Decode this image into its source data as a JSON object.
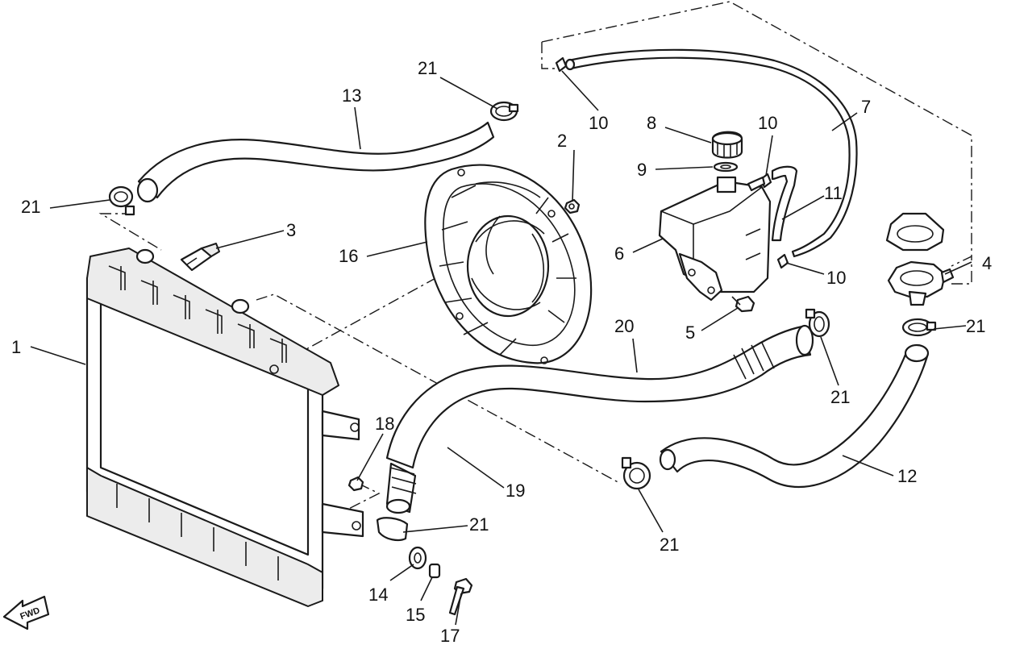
{
  "colors": {
    "line": "#1a1a1a",
    "background": "#ffffff",
    "shade": "#ececec"
  },
  "fwd_label": "FWD",
  "callouts": [
    {
      "id": "c1",
      "label": "1"
    },
    {
      "id": "c2",
      "label": "2"
    },
    {
      "id": "c3",
      "label": "3"
    },
    {
      "id": "c4",
      "label": "4"
    },
    {
      "id": "c5",
      "label": "5"
    },
    {
      "id": "c6",
      "label": "6"
    },
    {
      "id": "c7",
      "label": "7"
    },
    {
      "id": "c8",
      "label": "8"
    },
    {
      "id": "c9",
      "label": "9"
    },
    {
      "id": "c10a",
      "label": "10"
    },
    {
      "id": "c10b",
      "label": "10"
    },
    {
      "id": "c10c",
      "label": "10"
    },
    {
      "id": "c11",
      "label": "11"
    },
    {
      "id": "c12",
      "label": "12"
    },
    {
      "id": "c13",
      "label": "13"
    },
    {
      "id": "c14",
      "label": "14"
    },
    {
      "id": "c15",
      "label": "15"
    },
    {
      "id": "c16",
      "label": "16"
    },
    {
      "id": "c17",
      "label": "17"
    },
    {
      "id": "c18",
      "label": "18"
    },
    {
      "id": "c19",
      "label": "19"
    },
    {
      "id": "c20",
      "label": "20"
    },
    {
      "id": "c21a",
      "label": "21"
    },
    {
      "id": "c21b",
      "label": "21"
    },
    {
      "id": "c21c",
      "label": "21"
    },
    {
      "id": "c21d",
      "label": "21"
    },
    {
      "id": "c21e",
      "label": "21"
    },
    {
      "id": "c21f",
      "label": "21"
    }
  ]
}
